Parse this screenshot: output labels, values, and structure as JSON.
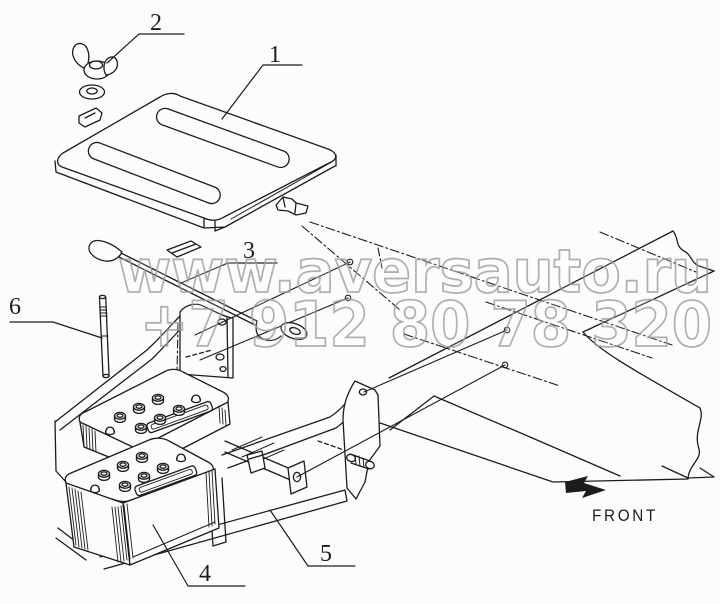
{
  "figure": {
    "kind": "exploded-parts-diagram",
    "subject": "battery, cover and tray mounting on frame rail"
  },
  "callouts": [
    {
      "label": "1"
    },
    {
      "label": "2"
    },
    {
      "label": "3"
    },
    {
      "label": "4"
    },
    {
      "label": "5"
    },
    {
      "label": "6"
    }
  ],
  "direction": {
    "label": "FRONT"
  },
  "watermark": {
    "line1": "www.aversauto.ru",
    "line2": "+7 912 80 78 320"
  },
  "colors": {
    "ink": "#1c1c1c",
    "paper": "#fcfcfa",
    "watermark": "#9e9e9e"
  }
}
